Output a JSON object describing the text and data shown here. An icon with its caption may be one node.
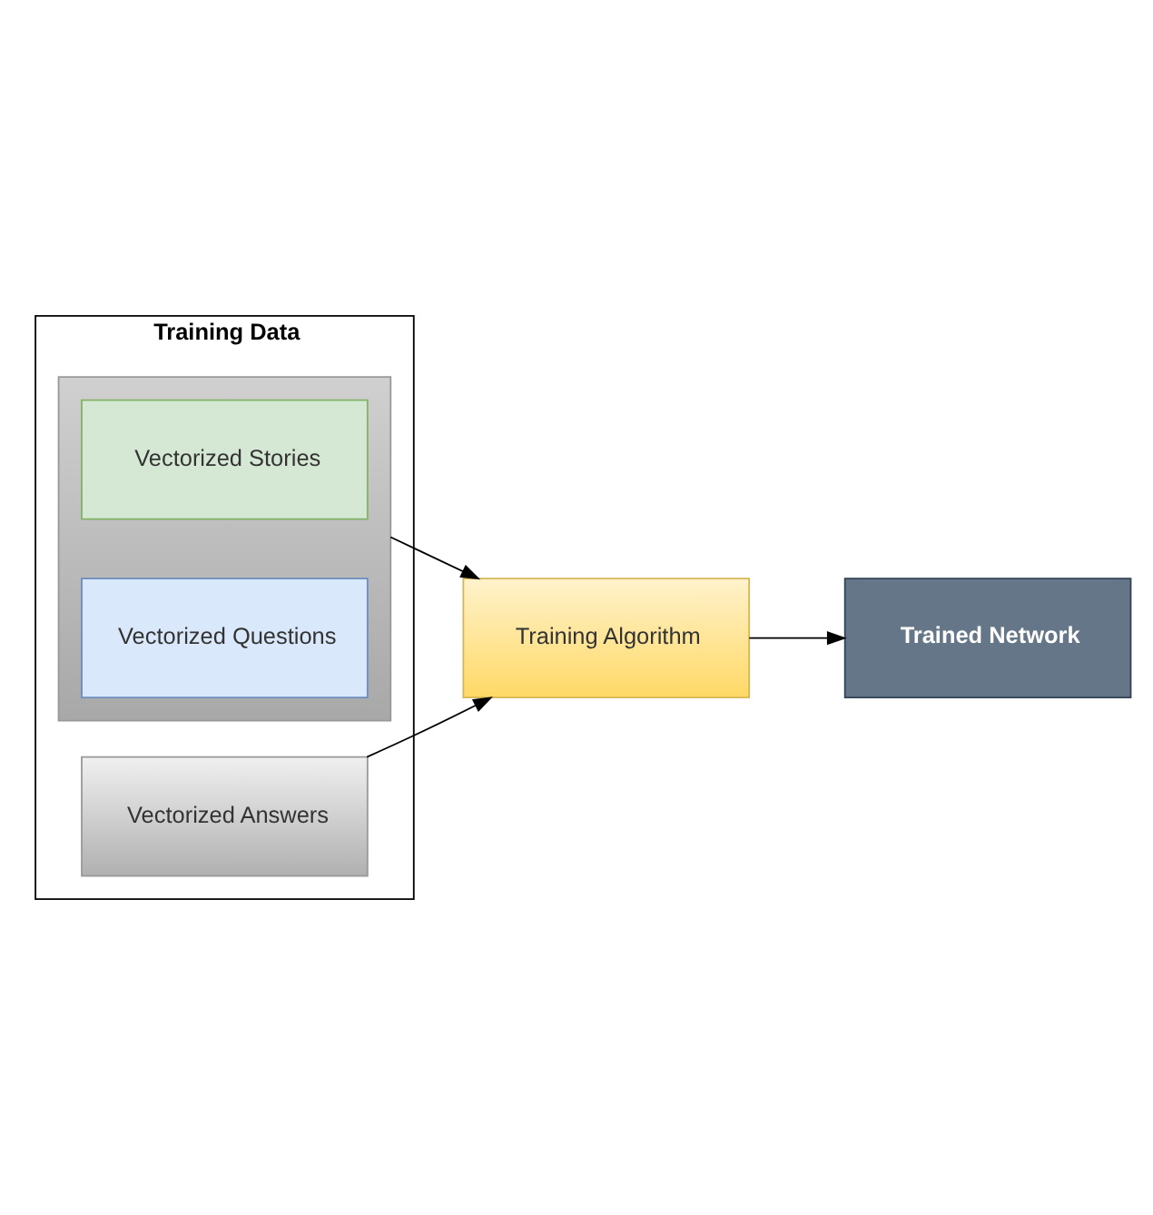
{
  "diagram": {
    "nodes": [
      {
        "text": [
          "Training Data"
        ]
      },
      {
        "text": [],
        "shape": "box",
        "in": 0
      },
      {
        "text": [
          "Vectorized Stories"
        ],
        "in": 1
      },
      {
        "text": [
          "Vectorized Questions"
        ],
        "in": 1
      },
      {
        "text": [
          "Vectorized Answers"
        ],
        "in": 0
      },
      {
        "text": [
          "Training Algorithm"
        ]
      },
      {
        "text": [
          "Trained Network"
        ]
      }
    ],
    "edges": [
      {
        "from": 1,
        "to": 5,
        "arrow": "to"
      },
      {
        "from": 4,
        "to": 5,
        "arrow": "to"
      },
      {
        "from": 5,
        "to": 6,
        "arrow": "to"
      }
    ]
  }
}
